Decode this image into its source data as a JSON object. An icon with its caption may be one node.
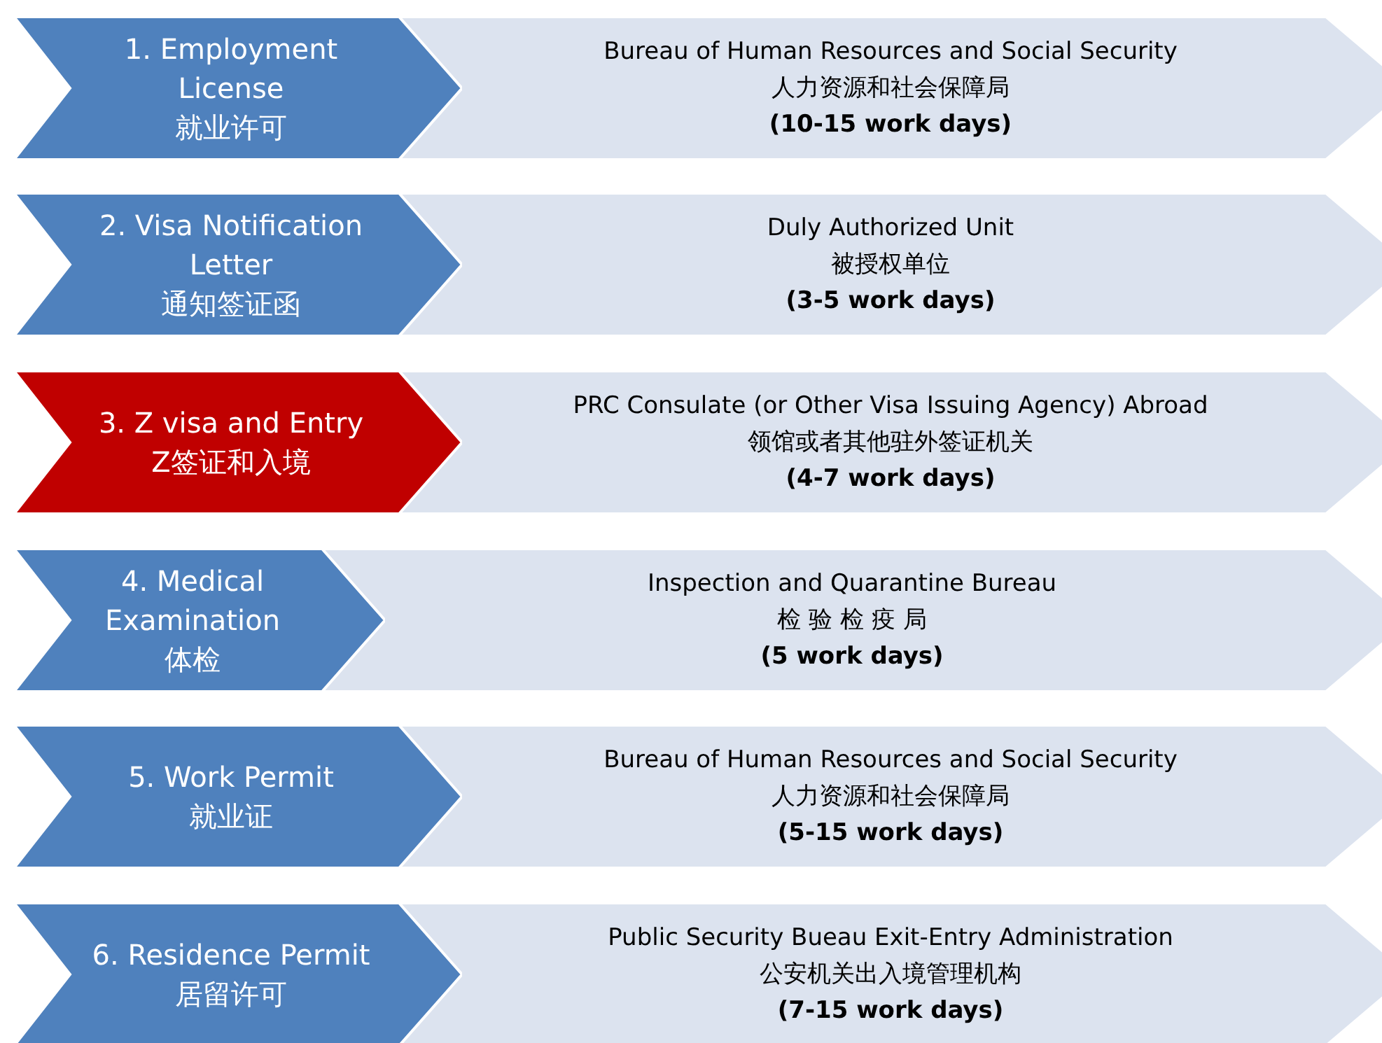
{
  "diagram": {
    "nodes": [
      {
        "text": [
          "1. Employment License",
          "就业许可"
        ]
      },
      {
        "text": [
          "Bureau of Human Resources and Social Security",
          "人力资源和社会保障局",
          "(10-15 work days)"
        ]
      },
      {
        "text": [
          "2. Visa Notification Letter",
          "通知签证函"
        ]
      },
      {
        "text": [
          "Duly Authorized Unit",
          "被授权单位",
          "(3-5 work days)"
        ]
      },
      {
        "text": [
          "3. Z visa and Entry",
          "Z签证和入境"
        ]
      },
      {
        "text": [
          "PRC Consulate (or Other Visa Issuing Agency) Abroad",
          "领馆或者其他驻外签证机关",
          "(4-7 work days)"
        ]
      },
      {
        "text": [
          "4. Medical Examination",
          "体检"
        ]
      },
      {
        "text": [
          "Inspection and Quarantine Bureau",
          "检 验 检 疫 局",
          "(5 work days)"
        ]
      },
      {
        "text": [
          "5. Work Permit",
          "就业证"
        ]
      },
      {
        "text": [
          "Bureau of Human Resources and Social Security",
          "人力资源和社会保障局",
          "(5-15 work days)"
        ]
      },
      {
        "text": [
          "6. Residence Permit",
          "居留许可"
        ]
      },
      {
        "text": [
          "Public Security Bueau Exit-Entry Administration",
          "公安机关出入境管理机构",
          "(7-15 work days)"
        ]
      }
    ]
  }
}
